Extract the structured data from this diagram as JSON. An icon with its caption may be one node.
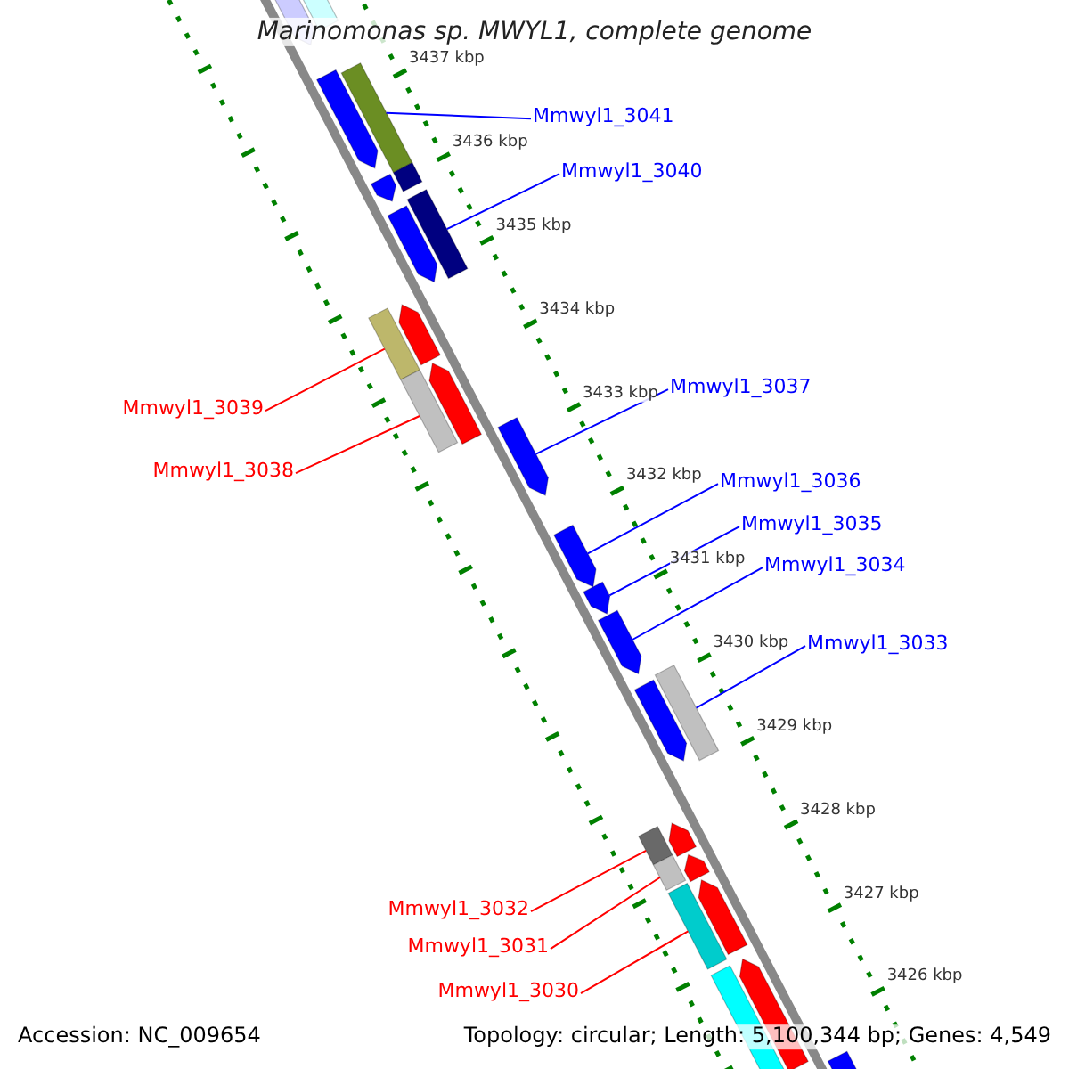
{
  "diagram": {
    "title": "Marinomonas sp. MWYL1, complete genome",
    "nodes": [
      {
        "text": [
          "Mmwyl1_3041"
        ]
      },
      {
        "text": [
          "Mmwyl1_3040"
        ]
      },
      {
        "text": [
          "Mmwyl1_3039"
        ]
      },
      {
        "text": [
          "Mmwyl1_3038"
        ]
      },
      {
        "text": [
          "Mmwyl1_3037"
        ]
      },
      {
        "text": [
          "Mmwyl1_3036"
        ]
      },
      {
        "text": [
          "Mmwyl1_3035"
        ]
      },
      {
        "text": [
          "Mmwyl1_3034"
        ]
      },
      {
        "text": [
          "Mmwyl1_3033"
        ]
      },
      {
        "text": [
          "Mmwyl1_3032"
        ]
      },
      {
        "text": [
          "Mmwyl1_3031"
        ]
      },
      {
        "text": [
          "Mmwyl1_3030"
        ]
      },
      {
        "text": [],
        "shape": "bar"
      },
      {
        "text": [],
        "shape": "bar"
      },
      {
        "text": [],
        "shape": "bar"
      },
      {
        "text": [],
        "shape": "bar"
      },
      {
        "text": [],
        "shape": "bar"
      },
      {
        "text": [],
        "shape": "bar"
      },
      {
        "text": [],
        "shape": "bar"
      },
      {
        "text": [],
        "shape": "bar"
      },
      {
        "text": [],
        "shape": "bar"
      },
      {
        "text": [],
        "shape": "bar"
      },
      {
        "text": [],
        "shape": "bar"
      },
      {
        "text": [],
        "shape": "bar"
      }
    ],
    "edges": [
      {
        "from": 0,
        "to": 12,
        "arrow": "none",
        "color": "#0000ff"
      },
      {
        "from": 1,
        "to": 13,
        "arrow": "none",
        "color": "#0000ff"
      },
      {
        "from": 2,
        "to": 14,
        "arrow": "none",
        "color": "#ff0000"
      },
      {
        "from": 3,
        "to": 15,
        "arrow": "none",
        "color": "#ff0000"
      },
      {
        "from": 4,
        "to": 16,
        "arrow": "none",
        "color": "#0000ff"
      },
      {
        "from": 5,
        "to": 17,
        "arrow": "none",
        "color": "#0000ff"
      },
      {
        "from": 6,
        "to": 18,
        "arrow": "none",
        "color": "#0000ff"
      },
      {
        "from": 7,
        "to": 19,
        "arrow": "none",
        "color": "#0000ff"
      },
      {
        "from": 8,
        "to": 20,
        "arrow": "none",
        "color": "#0000ff"
      },
      {
        "from": 9,
        "to": 21,
        "arrow": "none",
        "color": "#ff0000"
      },
      {
        "from": 10,
        "to": 22,
        "arrow": "none",
        "color": "#ff0000"
      },
      {
        "from": 11,
        "to": 23,
        "arrow": "none",
        "color": "#ff0000"
      }
    ],
    "labels": [
      "3437 kbp",
      "3436 kbp",
      "3435 kbp",
      "3434 kbp",
      "3433 kbp",
      "3432 kbp",
      "3431 kbp",
      "3430 kbp",
      "3429 kbp",
      "3428 kbp",
      "3427 kbp",
      "3426 kbp",
      "Accession: NC_009654",
      "Topology: circular; Length: 5,100,344 bp; Genes: 4,549"
    ]
  }
}
